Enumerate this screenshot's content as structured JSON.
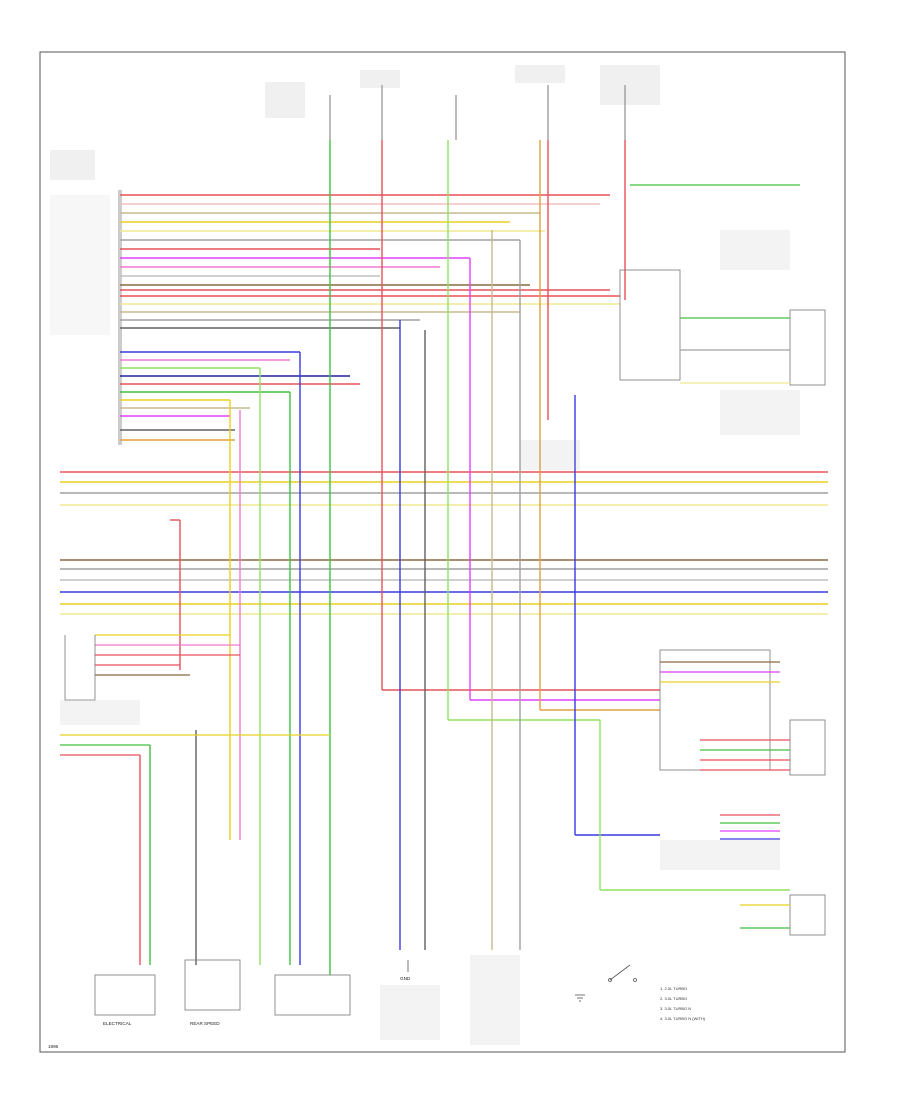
{
  "diagram": {
    "corner_label": "1996",
    "components": {
      "electrical_fan": "ELECTRICAL",
      "rear_speed": "REAR SPEED",
      "gnd": "GND"
    },
    "legend": [
      "1. 2.0L TURBO",
      "2. 3.0L TURBO",
      "3. 3.0L TURBO N",
      "4. 3.0L TURBO N (WITH)"
    ],
    "wire_colors": {
      "red": "#e8505a",
      "pink": "#f07ad0",
      "magenta": "#e040ff",
      "blue": "#3a3ae0",
      "navy": "#2020a0",
      "green": "#40c040",
      "lightgreen": "#90e060",
      "yellow": "#e8d020",
      "paleyellow": "#f0e890",
      "orange": "#e0a040",
      "brown": "#8a6a40",
      "tan": "#c8b890",
      "gray": "#a0a0a0",
      "darkgray": "#606060",
      "black": "#1a1a1a"
    }
  }
}
